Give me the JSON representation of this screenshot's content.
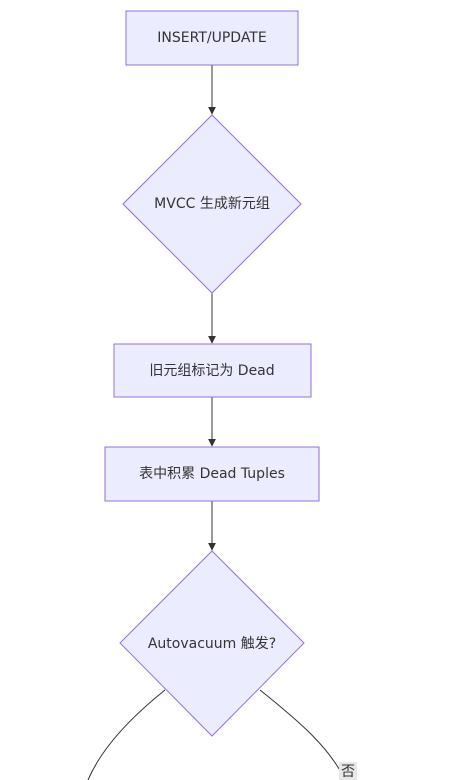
{
  "diagram": {
    "type": "flowchart",
    "nodes": {
      "insert_update": {
        "label": "INSERT/UPDATE"
      },
      "mvcc": {
        "label": "MVCC 生成新元组"
      },
      "old_dead": {
        "label": "旧元组标记为 Dead"
      },
      "accumulate": {
        "label": "表中积累 Dead Tuples"
      },
      "autovacuum": {
        "label": "Autovacuum 触发?"
      }
    },
    "edges": [
      {
        "from": "insert_update",
        "to": "mvcc",
        "label": ""
      },
      {
        "from": "mvcc",
        "to": "old_dead",
        "label": ""
      },
      {
        "from": "old_dead",
        "to": "accumulate",
        "label": ""
      },
      {
        "from": "accumulate",
        "to": "autovacuum",
        "label": ""
      },
      {
        "from": "autovacuum",
        "to": "",
        "label": ""
      },
      {
        "from": "autovacuum",
        "to": "",
        "label": "否"
      }
    ]
  },
  "colors": {
    "node_fill": "#ECECFF",
    "node_stroke": "#9370DB",
    "edge": "#333333",
    "text": "#333333",
    "edge_label_bg": "#E8E8E8"
  }
}
